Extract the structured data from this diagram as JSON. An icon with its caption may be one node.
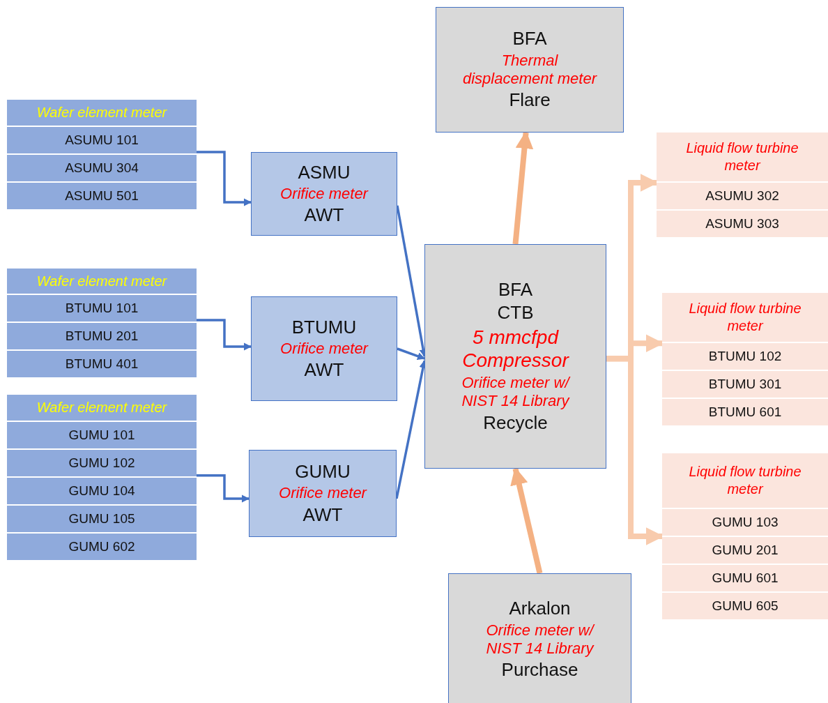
{
  "diagram": {
    "nodes": [
      {
        "text": [
          "Wafer element meter"
        ]
      },
      {
        "text": [
          "ASUMU 101"
        ],
        "in": 0
      },
      {
        "text": [
          "ASUMU 304"
        ],
        "in": 0
      },
      {
        "text": [
          "ASUMU 501"
        ],
        "in": 0
      },
      {
        "text": [
          "Wafer element meter"
        ]
      },
      {
        "text": [
          "BTUMU 101"
        ],
        "in": 4
      },
      {
        "text": [
          "BTUMU 201"
        ],
        "in": 4
      },
      {
        "text": [
          "BTUMU 401"
        ],
        "in": 4
      },
      {
        "text": [
          "Wafer element meter"
        ]
      },
      {
        "text": [
          "GUMU 101"
        ],
        "in": 8
      },
      {
        "text": [
          "GUMU 102"
        ],
        "in": 8
      },
      {
        "text": [
          "GUMU 104"
        ],
        "in": 8
      },
      {
        "text": [
          "GUMU 105"
        ],
        "in": 8
      },
      {
        "text": [
          "GUMU 602"
        ],
        "in": 8
      },
      {
        "text": [
          "ASMU",
          "Orifice meter",
          "AWT"
        ]
      },
      {
        "text": [
          "BTUMU",
          "Orifice meter",
          "AWT"
        ]
      },
      {
        "text": [
          "GUMU",
          "Orifice meter",
          "AWT"
        ]
      },
      {
        "text": [
          "BFA",
          "Thermal displacement meter",
          "Flare"
        ]
      },
      {
        "text": [
          "BFA",
          "CTB",
          "5 mmcfpd Compressor",
          "Orifice meter w/ NIST 14 Library",
          "Recycle"
        ]
      },
      {
        "text": [
          "Arkalon",
          "Orifice meter w/ NIST 14 Library",
          "Purchase"
        ]
      },
      {
        "text": [
          "Liquid flow turbine meter"
        ]
      },
      {
        "text": [
          "ASUMU 302"
        ],
        "in": 20
      },
      {
        "text": [
          "ASUMU 303"
        ],
        "in": 20
      },
      {
        "text": [
          "Liquid flow turbine meter"
        ]
      },
      {
        "text": [
          "BTUMU 102"
        ],
        "in": 23
      },
      {
        "text": [
          "BTUMU 301"
        ],
        "in": 23
      },
      {
        "text": [
          "BTUMU 601"
        ],
        "in": 23
      },
      {
        "text": [
          "Liquid flow turbine meter"
        ]
      },
      {
        "text": [
          "GUMU 103"
        ],
        "in": 27
      },
      {
        "text": [
          "GUMU 201"
        ],
        "in": 27
      },
      {
        "text": [
          "GUMU 601"
        ],
        "in": 27
      },
      {
        "text": [
          "GUMU 605"
        ],
        "in": 27
      }
    ],
    "edges": [
      {
        "from": 1,
        "to": 14,
        "arrow": "to"
      },
      {
        "from": 5,
        "to": 15,
        "arrow": "to"
      },
      {
        "from": 10,
        "to": 16,
        "arrow": "to"
      },
      {
        "from": 14,
        "to": 18,
        "arrow": "to"
      },
      {
        "from": 15,
        "to": 18,
        "arrow": "to"
      },
      {
        "from": 16,
        "to": 18,
        "arrow": "to"
      },
      {
        "from": 18,
        "to": 17,
        "arrow": "to",
        "style": "thick",
        "color": "#f4b183"
      },
      {
        "from": 19,
        "to": 18,
        "arrow": "to",
        "style": "thick",
        "color": "#f4b183"
      },
      {
        "from": 18,
        "to": 20,
        "arrow": "to",
        "style": "thick",
        "color": "#f8cbad"
      },
      {
        "from": 18,
        "to": 23,
        "arrow": "to",
        "style": "thick",
        "color": "#f8cbad"
      },
      {
        "from": 18,
        "to": 27,
        "arrow": "to",
        "style": "thick",
        "color": "#f8cbad"
      }
    ]
  }
}
